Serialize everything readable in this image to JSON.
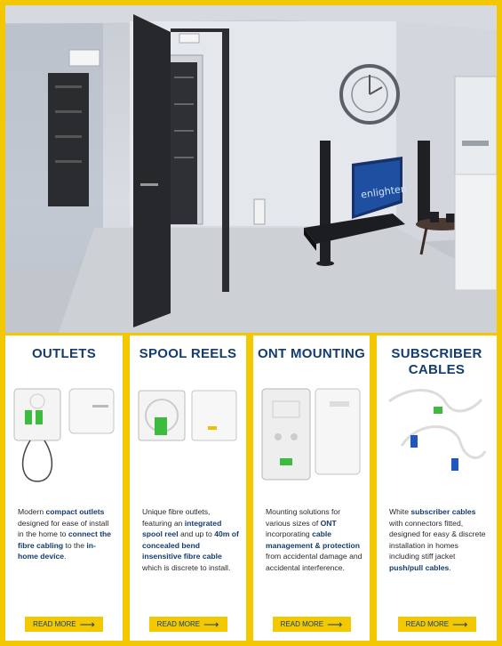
{
  "hero": {
    "tv_brand": "enlighten"
  },
  "cards": [
    {
      "title": "OUTLETS",
      "desc": [
        {
          "t": "Modern ",
          "b": false
        },
        {
          "t": "compact outlets",
          "b": true
        },
        {
          "t": " designed for ease of install in the home to ",
          "b": false
        },
        {
          "t": "connect the fibre cabling",
          "b": true
        },
        {
          "t": " to the ",
          "b": false
        },
        {
          "t": "in-home device",
          "b": true
        },
        {
          "t": ".",
          "b": false
        }
      ],
      "button": "READ MORE"
    },
    {
      "title": "SPOOL REELS",
      "desc": [
        {
          "t": "Unique fibre outlets, featuring an ",
          "b": false
        },
        {
          "t": "integrated spool reel",
          "b": true
        },
        {
          "t": " and up to ",
          "b": false
        },
        {
          "t": "40m of concealed bend insensitive fibre cable",
          "b": true
        },
        {
          "t": " which is discrete to install.",
          "b": false
        }
      ],
      "button": "READ MORE"
    },
    {
      "title": "ONT MOUNTING",
      "desc": [
        {
          "t": "Mounting solutions for various sizes of ",
          "b": false
        },
        {
          "t": "ONT",
          "b": true
        },
        {
          "t": " incorporating ",
          "b": false
        },
        {
          "t": "cable management & protection",
          "b": true
        },
        {
          "t": " from accidental damage and accidental interference.",
          "b": false
        }
      ],
      "button": "READ MORE"
    },
    {
      "title": "SUBSCRIBER CABLES",
      "desc": [
        {
          "t": "White ",
          "b": false
        },
        {
          "t": "subscriber cables",
          "b": true
        },
        {
          "t": " with connectors fitted, designed for easy & discrete installation in homes including stiff jacket ",
          "b": false
        },
        {
          "t": "push/pull cables",
          "b": true
        },
        {
          "t": ".",
          "b": false
        }
      ],
      "button": "READ MORE"
    }
  ],
  "colors": {
    "brand_yellow": "#f3c800",
    "title_blue": "#143c6e"
  }
}
